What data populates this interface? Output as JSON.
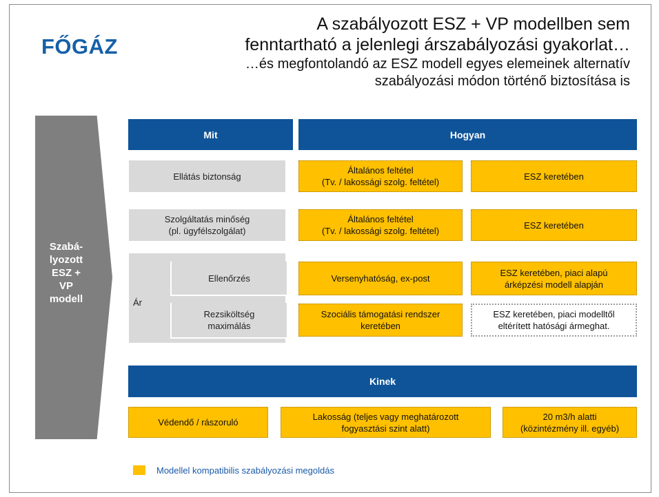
{
  "logo": {
    "text": "FŐGÁZ"
  },
  "title": {
    "line1": "A szabályozott ESZ + VP modellben sem",
    "line2": "fenntartható a jelenlegi árszabályozási gyakorlat…",
    "line3": "…és megfontolandó az ESZ modell egyes elemeinek alternatív",
    "line4": "szabályozási módon történő biztosítása is"
  },
  "side": {
    "line1": "Szabá-",
    "line2": "lyozott",
    "line3": "ESZ +",
    "line4": "VP",
    "line5": "modell"
  },
  "headers": {
    "mit": "Mit",
    "hogyan": "Hogyan",
    "kinek": "Kinek"
  },
  "rows": {
    "ellatas": {
      "label": "Ellátás biztonság",
      "h1_line1": "Általános feltétel",
      "h1_line2": "(Tv. / lakossági szolg. feltétel)",
      "h2": "ESZ keretében"
    },
    "szolgaltatas": {
      "label_line1": "Szolgáltatás minőség",
      "label_line2": "(pl. ügyfélszolgálat)",
      "h1_line1": "Általános feltétel",
      "h1_line2": "(Tv. / lakossági szolg. feltétel)",
      "h2": "ESZ keretében"
    },
    "ar": {
      "label": "Ár",
      "ellenorzes": {
        "label": "Ellenőrzés",
        "h1": "Versenyhatóság, ex-post",
        "h2_line1": "ESZ keretében, piaci alapú",
        "h2_line2": "árképzési modell alapján"
      },
      "rezsi": {
        "label_line1": "Rezsiköltség",
        "label_line2": "maximálás",
        "h1_line1": "Szociális támogatási rendszer",
        "h1_line2": "keretében",
        "h2_line1": "ESZ keretében, piaci modelltől",
        "h2_line2": "eltérített hatósági ármeghat."
      }
    }
  },
  "kinek_items": {
    "k1": "Védendő / rászoruló",
    "k2_line1": "Lakosság (teljes vagy meghatározott",
    "k2_line2": "fogyasztási szint alatt)",
    "k3_line1": "20 m3/h alatti",
    "k3_line2": "(közintézmény ill. egyéb)"
  },
  "legend": {
    "text": "Modellel kompatibilis szabályozási megoldás"
  },
  "colors": {
    "blue": "#0f5499",
    "orange": "#ffc000",
    "gray": "#d9d9d9",
    "arrow": "#7f7f7f",
    "legend_text": "#1a5aa8"
  }
}
